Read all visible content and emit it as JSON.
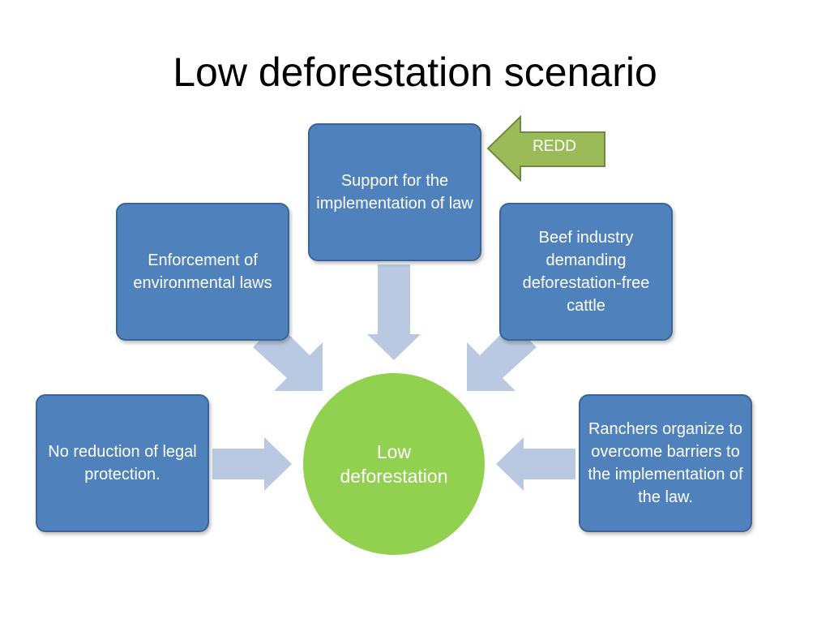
{
  "title": "Low deforestation scenario",
  "center": {
    "label": "Low deforestation"
  },
  "boxes": {
    "support": "Support for the implementation of law",
    "enforcement": "Enforcement of environmental laws",
    "beef": "Beef industry demanding deforestation-free cattle",
    "no_reduction": "No reduction of legal protection.",
    "ranchers": "Ranchers organize to overcome barriers to the implementation of the law."
  },
  "redd": {
    "label": "REDD"
  },
  "colors": {
    "box_fill": "#4f81bd",
    "center_fill": "#92d050",
    "connector_arrow": "#b9c9e2",
    "redd_arrow": "#9bbb59"
  }
}
